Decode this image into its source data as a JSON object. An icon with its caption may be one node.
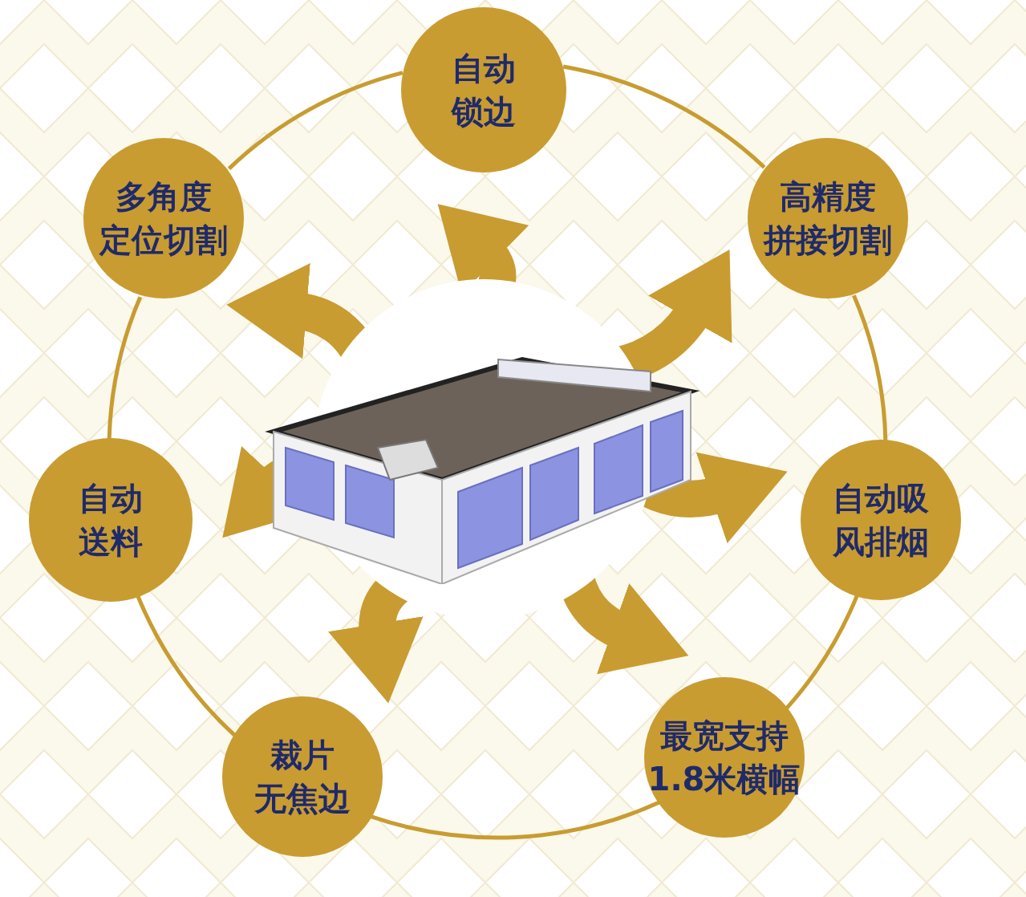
{
  "diagram": {
    "nodes": [
      {
        "text": [
          "自动锁边"
        ]
      },
      {
        "text": [
          "高精度拼接切割"
        ]
      },
      {
        "text": [
          "自动吸风排烟"
        ]
      },
      {
        "text": [
          "最宽支持1.8米横幅"
        ]
      },
      {
        "text": [
          "裁片无焦边"
        ]
      },
      {
        "text": [
          "自动送料"
        ]
      },
      {
        "text": [
          "多角度定位切割"
        ]
      },
      {
        "text": [],
        "shape": "picture"
      }
    ],
    "edges": [
      {
        "from": 7,
        "to": 0,
        "arrow": "to",
        "style": "thick"
      },
      {
        "from": 7,
        "to": 1,
        "arrow": "to",
        "style": "thick"
      },
      {
        "from": 7,
        "to": 2,
        "arrow": "to",
        "style": "thick"
      },
      {
        "from": 7,
        "to": 3,
        "arrow": "to",
        "style": "thick"
      },
      {
        "from": 7,
        "to": 4,
        "arrow": "to",
        "style": "thick"
      },
      {
        "from": 7,
        "to": 5,
        "arrow": "to",
        "style": "thick"
      },
      {
        "from": 7,
        "to": 6,
        "arrow": "to",
        "style": "thick"
      },
      {
        "from": 0,
        "to": 1,
        "arrow": "none"
      },
      {
        "from": 1,
        "to": 2,
        "arrow": "none"
      },
      {
        "from": 2,
        "to": 3,
        "arrow": "none"
      },
      {
        "from": 3,
        "to": 4,
        "arrow": "none"
      },
      {
        "from": 4,
        "to": 5,
        "arrow": "none"
      },
      {
        "from": 5,
        "to": 6,
        "arrow": "none"
      },
      {
        "from": 6,
        "to": 0,
        "arrow": "none"
      }
    ]
  }
}
